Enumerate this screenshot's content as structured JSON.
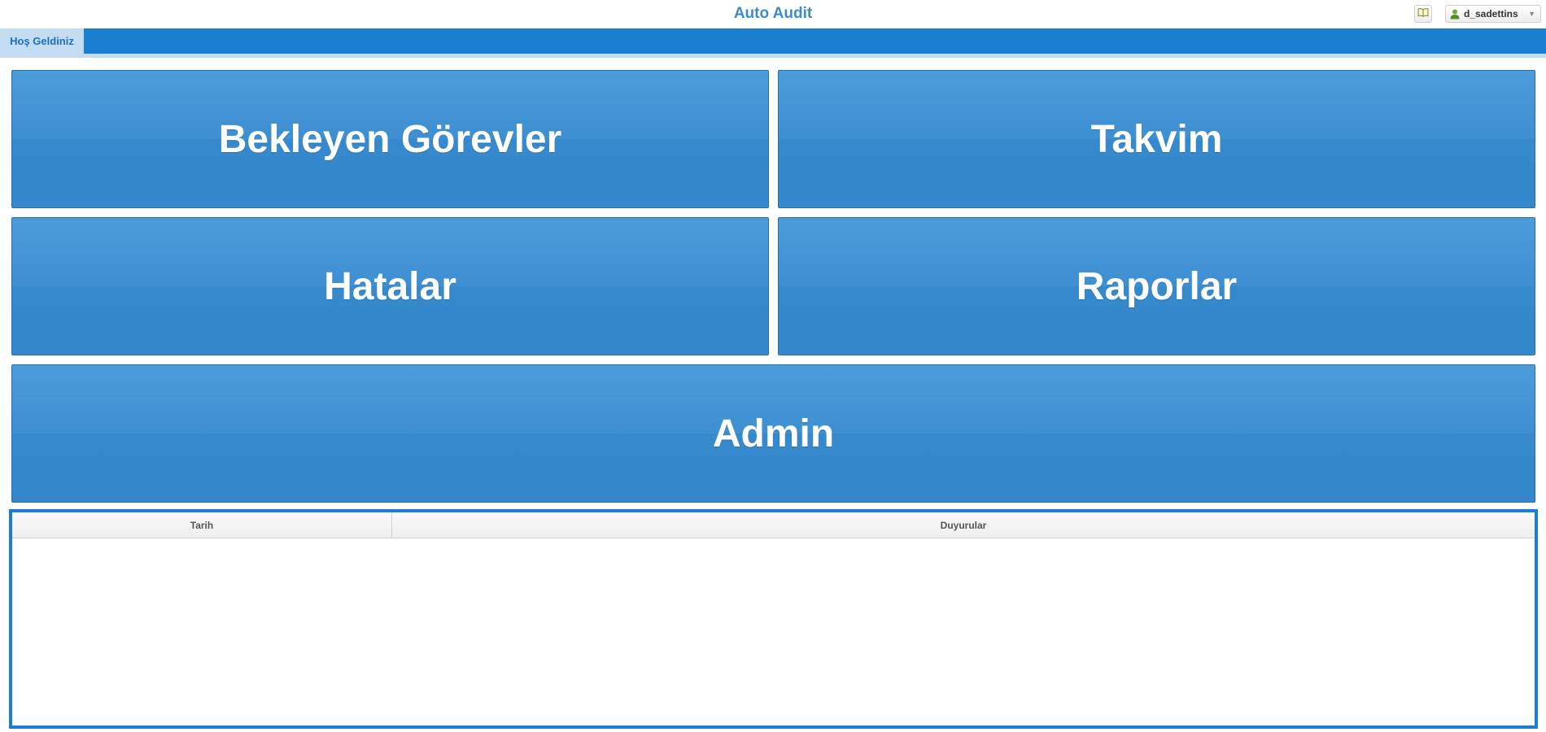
{
  "header": {
    "app_title": "Auto Audit",
    "help_icon": "book-icon",
    "user": {
      "name": "d_sadettins",
      "icon": "user-icon"
    }
  },
  "tabs": [
    {
      "label": "Hoş Geldiniz",
      "active": true
    }
  ],
  "tiles": [
    {
      "label": "Bekleyen Görevler"
    },
    {
      "label": "Takvim"
    },
    {
      "label": "Hatalar"
    },
    {
      "label": "Raporlar"
    },
    {
      "label": "Admin"
    }
  ],
  "announcements": {
    "columns": [
      "Tarih",
      "Duyurular"
    ],
    "rows": []
  },
  "colors": {
    "accent": "#1a7fd1",
    "tile": "#3d8fd2",
    "title": "#3d8bc9"
  }
}
